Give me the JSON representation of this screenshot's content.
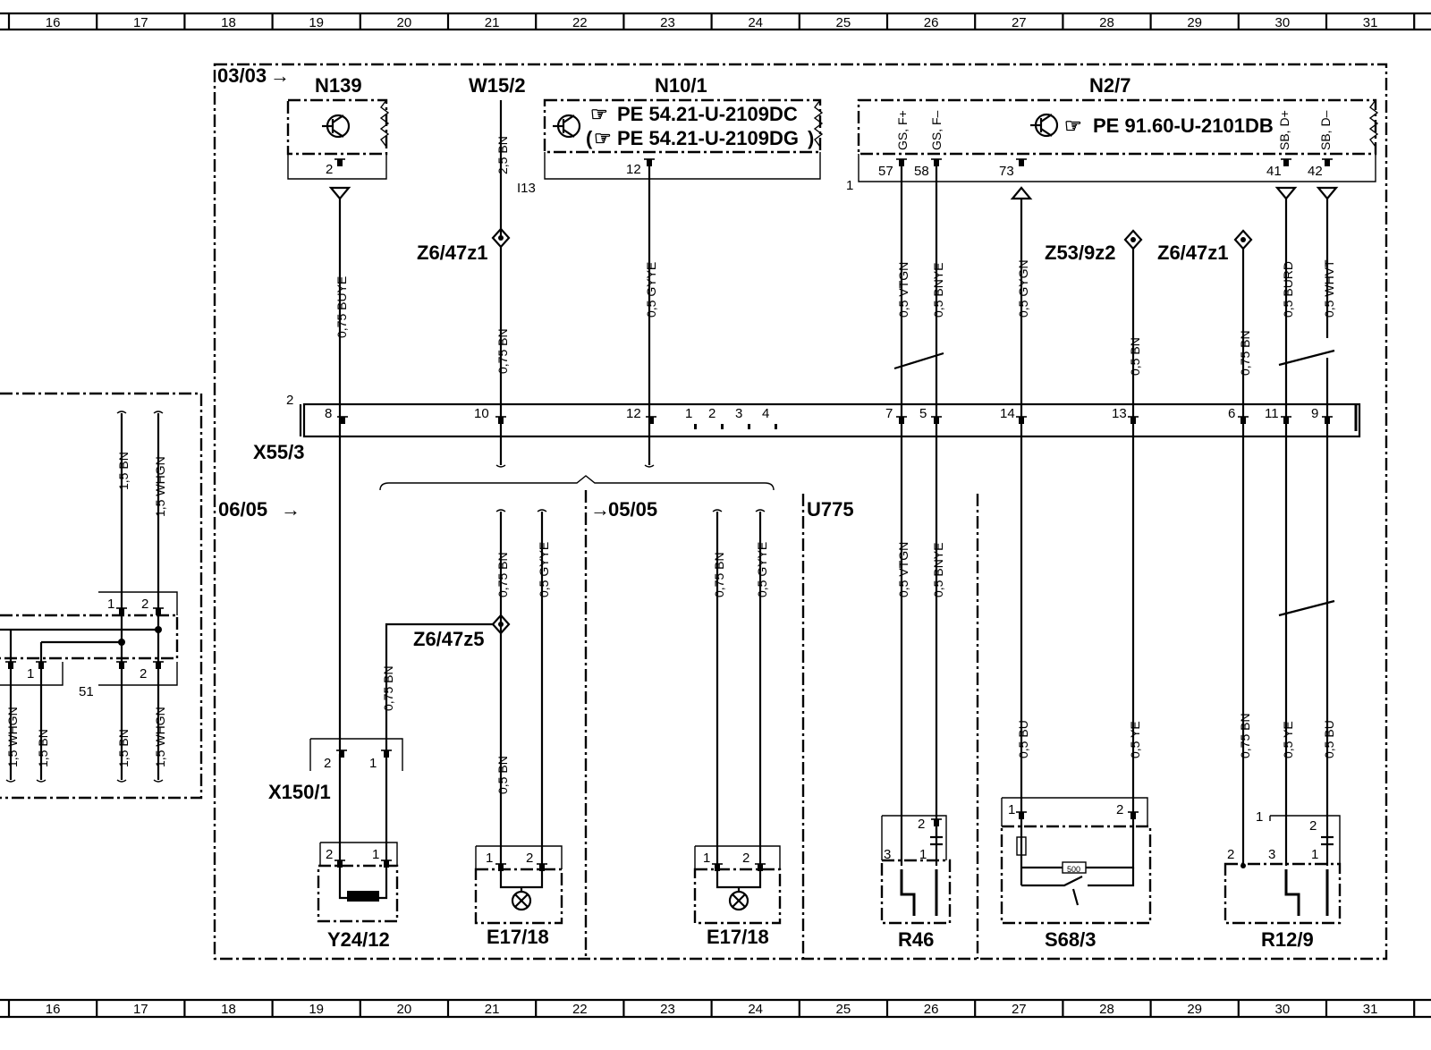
{
  "ruler": {
    "columns": [
      "16",
      "17",
      "18",
      "19",
      "20",
      "21",
      "22",
      "23",
      "24",
      "25",
      "26",
      "27",
      "28",
      "29",
      "30",
      "31"
    ]
  },
  "references": {
    "page_in": "03/03",
    "page_left": "06/05",
    "page_mid": "05/05"
  },
  "components": {
    "n139": "N139",
    "w15_2": "W15/2",
    "n10_1": "N10/1",
    "n2_7": "N2/7",
    "x55_3": "X55/3",
    "x150_1": "X150/1",
    "y24_12": "Y24/12",
    "e17_18_a": "E17/18",
    "e17_18_b": "E17/18",
    "u775": "U775",
    "r46": "R46",
    "s68_3": "S68/3",
    "r12_9": "R12/9",
    "z6_47z1_a": "Z6/47z1",
    "z6_47z1_b": "Z6/47z1",
    "z6_47z5": "Z6/47z5",
    "z53_9z2": "Z53/9z2",
    "i113": "I13",
    "gnd1": "1"
  },
  "pe_refs": {
    "n10_line1": "PE  54.21-U-2109DC",
    "n10_line2": "PE  54.21-U-2109DG",
    "n2_line": "PE  91.60-U-2101DB",
    "pe_glyph": "☞"
  },
  "signal_labels": {
    "gs_f_plus": "GS, F+",
    "gs_f_minus": "GS, F–",
    "sb_d_plus": "SB, D+",
    "sb_d_minus": "SB, D–"
  },
  "pins": {
    "n139_2": "2",
    "n10_12": "12",
    "n2_57": "57",
    "n2_58": "58",
    "n2_73": "73",
    "n2_41": "41",
    "n2_42": "42",
    "x55_prefix": "2",
    "x55_8": "8",
    "x55_10": "10",
    "x55_12": "12",
    "x55_1": "1",
    "x55_2": "2",
    "x55_3": "3",
    "x55_4": "4",
    "x55_7": "7",
    "x55_5": "5",
    "x55_14": "14",
    "x55_13": "13",
    "x55_6": "6",
    "x55_11": "11",
    "x55_9": "9",
    "x150_2": "2",
    "x150_1": "1",
    "y24_2": "2",
    "y24_1": "1",
    "e17a_1": "1",
    "e17a_2": "2",
    "e17b_1": "1",
    "e17b_2": "2",
    "r46_3": "3",
    "r46_2": "2",
    "r46_1": "1",
    "s68_1": "1",
    "s68_2": "2",
    "r12_1": "1",
    "r12_2": "2",
    "r12_3": "3",
    "r12_1b": "1",
    "r12_2b": "2",
    "left_1": "1",
    "left_2": "2",
    "left_1b": "1",
    "left_2b": "2",
    "left_51": "51"
  },
  "wires": {
    "n139_top": "0,75 BUYE",
    "w15_top": "2,5 BN",
    "w15_mid": "0,75 BN",
    "n10_top": "0,5 GYYE",
    "n2_57": "0,5 VTGN",
    "n2_58": "0,5 BNYE",
    "n2_73": "0,5 GYGN",
    "z53_bn": "0,5 BN",
    "z6b_bn": "0,75 BN",
    "n2_41": "0,5 BURD",
    "n2_42": "0,5 WHVT",
    "e17a_bn": "0,75 BN",
    "e17a_gyye": "0,5 GYYE",
    "e17b_bn": "0,75 BN",
    "e17b_gyye": "0,5 GYYE",
    "z6z5_bn": "0,75 BN",
    "e17a_low": "0,5 BN",
    "r46_vtgn": "0,5 VTGN",
    "r46_bnye": "0,5 BNYE",
    "s68_bu": "0,5 BU",
    "s68_ye": "0,5 YE",
    "r12_bn": "0,75 BN",
    "r12_ye": "0,5 YE",
    "r12_bu": "0,5 BU",
    "left_bn_top": "1,5 BN",
    "left_whgn_top": "1,5 WHGN",
    "left_whgn_a": "1,5 WHGN",
    "left_bn_a": "1,5 BN",
    "left_bn_b": "1,5 BN",
    "left_whgn_b": "1,5 WHGN"
  },
  "s68_resistor": "500"
}
